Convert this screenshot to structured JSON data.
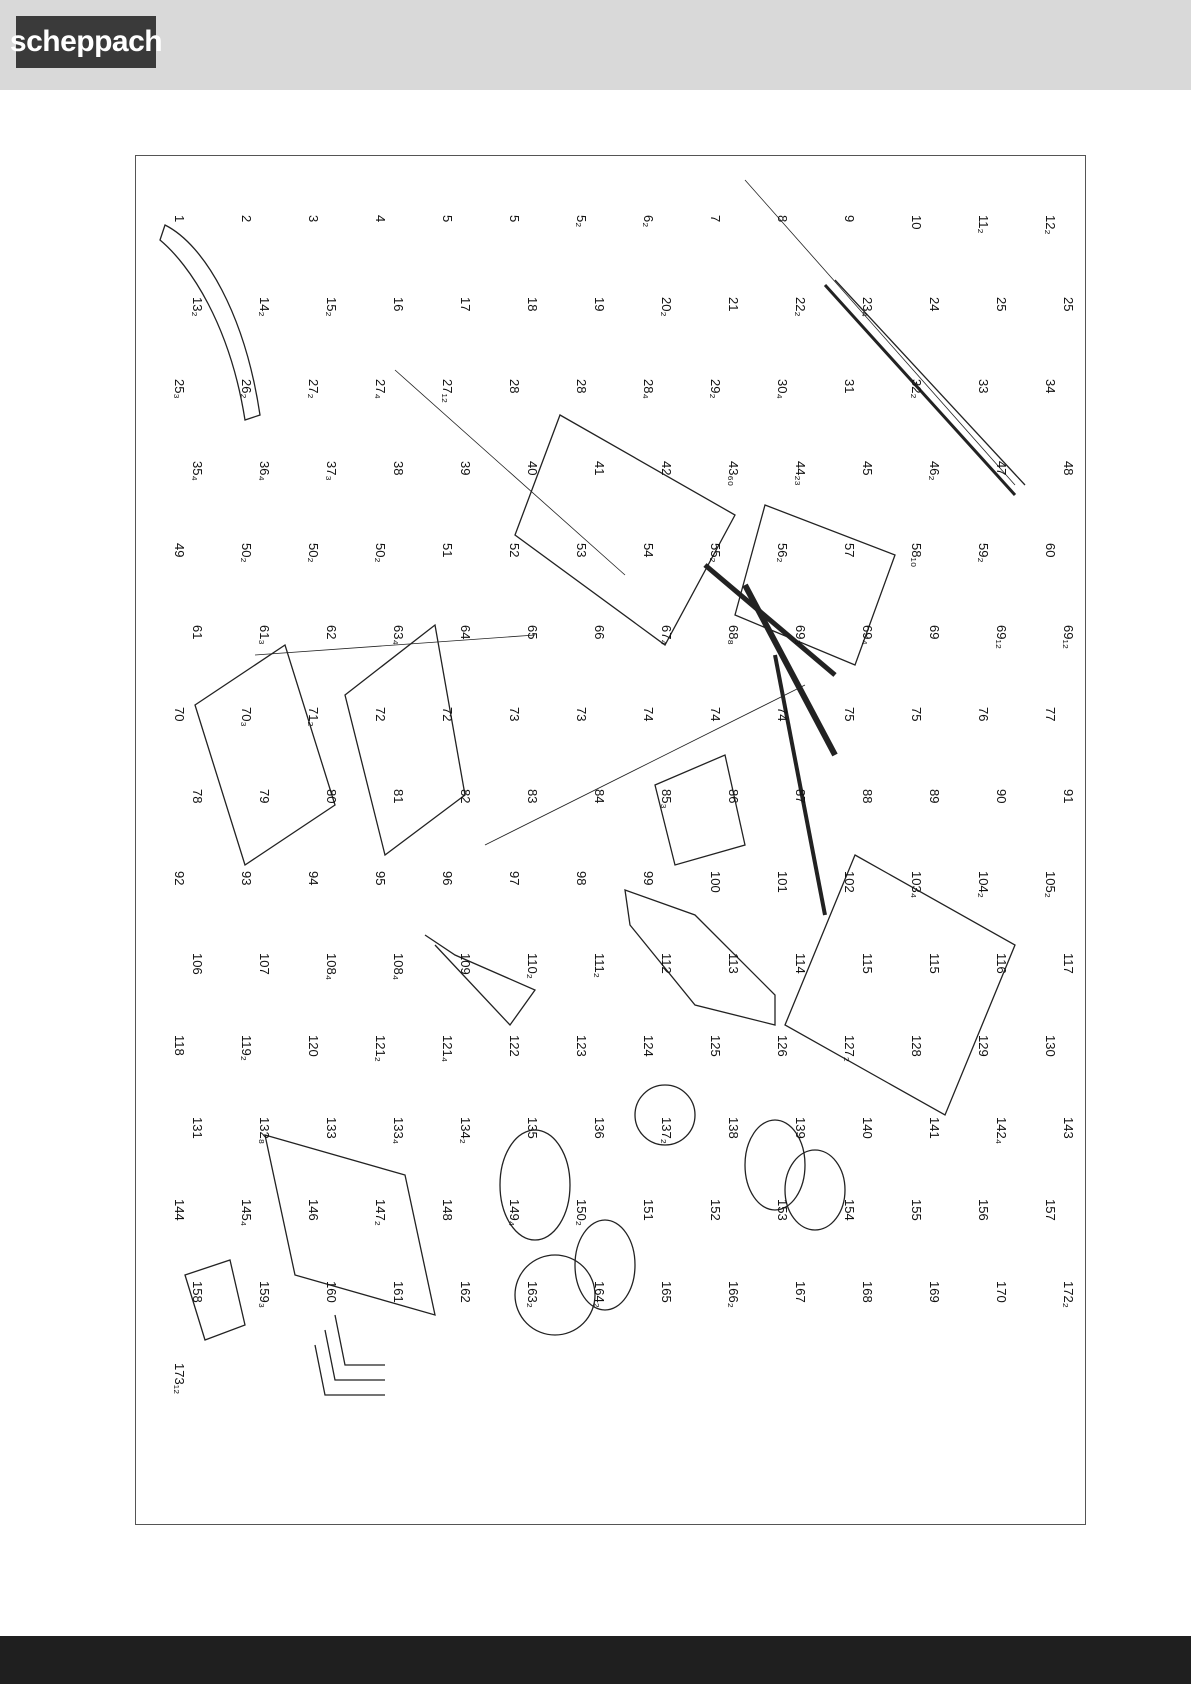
{
  "header": {
    "logo_text": "scheppach",
    "background": "#d9d9d9",
    "logo_color": "#3a3a3a"
  },
  "footer": {
    "background": "#1f1f1f"
  },
  "diagram": {
    "labels": [
      "1",
      "2",
      "3",
      "4",
      "5",
      "5",
      "5₂",
      "6₂",
      "7",
      "8",
      "9",
      "10",
      "11₂",
      "12₂",
      "13₂",
      "14₂",
      "15₂",
      "16",
      "17",
      "18",
      "19",
      "20₂",
      "21",
      "22₂",
      "23₄",
      "24",
      "25",
      "25",
      "25₃",
      "26₂",
      "27₂",
      "27₄",
      "27₁₂",
      "28",
      "28",
      "28₄",
      "29₂",
      "30₄",
      "31",
      "32₂",
      "33",
      "34",
      "35₄",
      "36₄",
      "37₃",
      "38",
      "39",
      "40",
      "41",
      "42",
      "43₆₀",
      "44₂₃",
      "45",
      "46₂",
      "47",
      "48",
      "49",
      "50₂",
      "50₂",
      "50₂",
      "51",
      "52",
      "53",
      "54",
      "55₂",
      "56₂",
      "57",
      "58₁₀",
      "59₂",
      "60",
      "61",
      "61₃",
      "62",
      "63₄",
      "64",
      "65",
      "66",
      "67₄",
      "68₈",
      "69₃",
      "69₄",
      "69",
      "69₁₂",
      "69₁₂",
      "70",
      "70₃",
      "71₂",
      "72",
      "72",
      "73",
      "73",
      "74",
      "74",
      "74",
      "75",
      "75",
      "76",
      "77",
      "78",
      "79",
      "80",
      "81",
      "82",
      "83",
      "84",
      "85₃",
      "86",
      "87",
      "88",
      "89",
      "90",
      "91",
      "92",
      "93",
      "94",
      "95",
      "96",
      "97",
      "98",
      "99",
      "100",
      "101",
      "102",
      "103₄",
      "104₂",
      "105₂",
      "106",
      "107",
      "108₄",
      "108₄",
      "109",
      "110₂",
      "111₂",
      "112",
      "113",
      "114",
      "115",
      "115",
      "116",
      "117",
      "118",
      "119₂",
      "120",
      "121₂",
      "121₄",
      "122",
      "123",
      "124",
      "125",
      "126",
      "127₂",
      "128",
      "129",
      "130",
      "131",
      "132₈",
      "133",
      "133₄",
      "134₂",
      "135",
      "136",
      "137₂",
      "138",
      "139",
      "140",
      "141",
      "142₄",
      "143",
      "144",
      "145₄",
      "146",
      "147₂",
      "148",
      "149₄",
      "150₂",
      "151",
      "152",
      "153",
      "154",
      "155",
      "156",
      "157",
      "158",
      "159₃",
      "160",
      "161",
      "162",
      "163₂",
      "164₂",
      "165",
      "166₂",
      "167",
      "168",
      "169",
      "170",
      "172₂",
      "173₁₂"
    ]
  }
}
